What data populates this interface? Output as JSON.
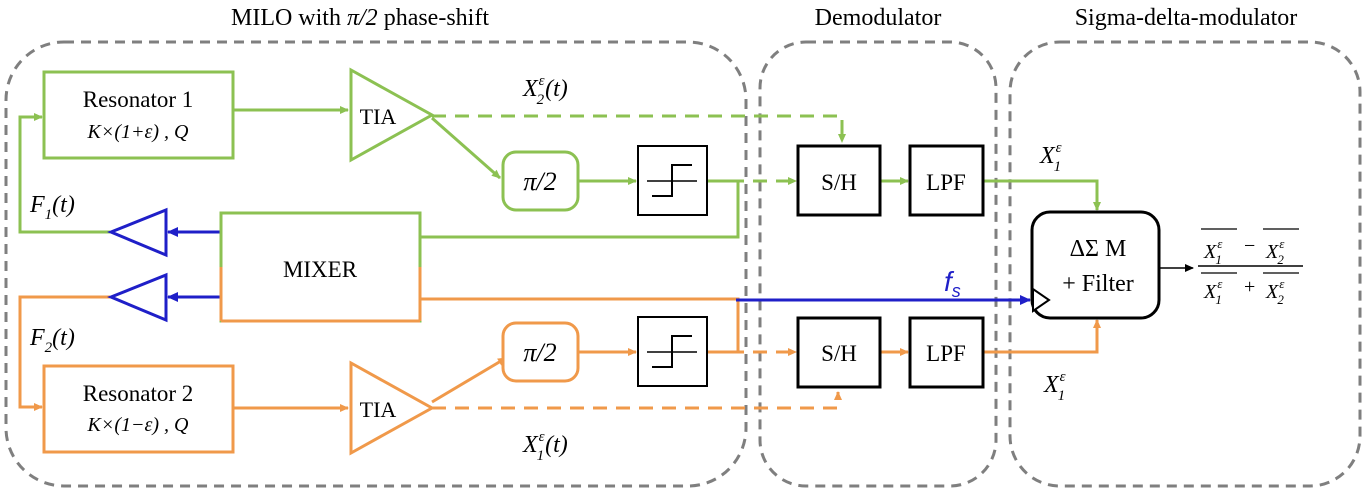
{
  "sections": {
    "milo_title_prefix": "MILO with ",
    "milo_title_math": "π/2",
    "milo_title_suffix": " phase-shift",
    "demod_title": "Demodulator",
    "sdm_title": "Sigma-delta-modulator"
  },
  "blocks": {
    "resonator1_name": "Resonator 1",
    "resonator1_params": "K×(1+ε) , Q",
    "resonator2_name": "Resonator 2",
    "resonator2_params": "K×(1−ε) , Q",
    "tia_top": "TIA",
    "tia_bottom": "TIA",
    "phase_top": "π/2",
    "phase_bottom": "π/2",
    "mixer": "MIXER",
    "sh_top": "S/H",
    "sh_bottom": "S/H",
    "lpf_top": "LPF",
    "lpf_bottom": "LPF",
    "sdm_line1": "ΔΣ M",
    "sdm_line2": "+ Filter"
  },
  "signals": {
    "x2_top": "X",
    "x2_top_sub": "2",
    "x2_top_sup": "ε",
    "x2_top_arg": "(t)",
    "x1_bottom": "X",
    "x1_bottom_sub": "1",
    "x1_bottom_sup": "ε",
    "x1_bottom_arg": "(t)",
    "f1": "F",
    "f1_sub": "1",
    "f1_arg": "(t)",
    "f2": "F",
    "f2_sub": "2",
    "f2_arg": "(t)",
    "x1_right_top": "X",
    "x1_right_top_sub": "1",
    "x1_right_top_sup": "ε",
    "x1_right_bottom": "X",
    "x1_right_bottom_sub": "1",
    "x1_right_bottom_sup": "ε",
    "fs": "f",
    "fs_sub": "s"
  },
  "output": {
    "num_a": "X",
    "num_a_sub": "1",
    "num_a_sup": "ε",
    "num_op": "−",
    "num_b": "X",
    "num_b_sub": "2",
    "num_b_sup": "ε",
    "den_a": "X",
    "den_a_sub": "1",
    "den_a_sup": "ε",
    "den_op": "+",
    "den_b": "X",
    "den_b_sub": "2",
    "den_b_sup": "ε"
  },
  "colors": {
    "green": "#8cc152",
    "orange": "#f0994a",
    "blue": "#1f1fc8",
    "dash_gray": "#7f7f7f",
    "black": "#000000"
  }
}
